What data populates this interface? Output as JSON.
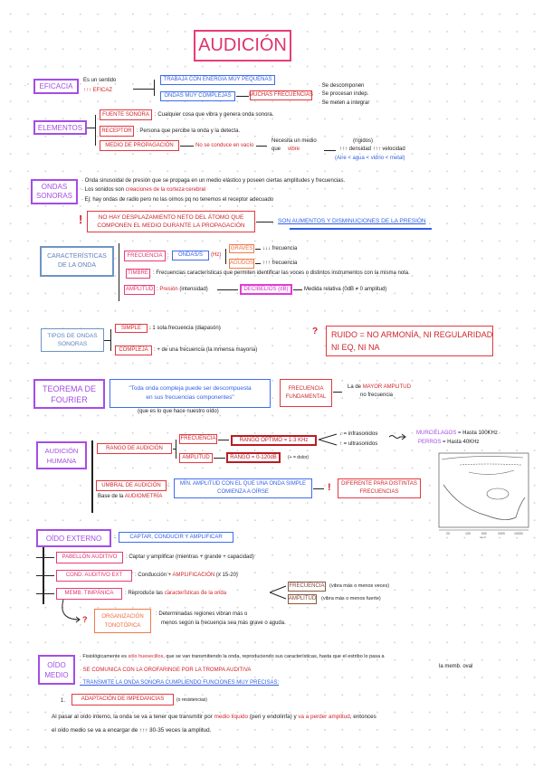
{
  "title": "AUDICIÓN",
  "eficacia": {
    "label": "EFICACIA",
    "t1": "Es un sentido",
    "t2": "↑↑↑ EFICAZ",
    "b1": "TRABAJA CON ENERGÍA MUY PEQUEÑAS",
    "b2": "ONDAS MUY COMPLEJAS",
    "b3": "MUCHAS FRECUENCIAS",
    "l1": "· Se descomponen",
    "l2": "· Se procesan indep.",
    "l3": "· Se meten a integrar"
  },
  "elementos": {
    "label": "ELEMENTOS",
    "fuente": "FUENTE SONORA",
    "fuente_t": ": Cualquier cosa que vibra y genera onda sonora.",
    "receptor": "RECEPTOR",
    "receptor_t": ": Persona que percibe la onda y la detecta.",
    "medio": "MEDIO DE PROPAGACIÓN",
    "vacio": "No se conduce en vacío",
    "necesita1": "Necesita un medio",
    "necesita2": "que",
    "vibre": "vibre",
    "rigidos": "(rígidos)",
    "densidad": "↑↑↑ densidad ↑↑↑ velocidad",
    "orden": "(Aire < agua < vidrio < metal)"
  },
  "ondas": {
    "label1": "ONDAS",
    "label2": "SONORAS",
    "l1": "· Onda sinusoidal de presión que se propaga en un medio elástico y poseen ciertas amplitudes y frecuencias.",
    "l2a": "· Los sonidos son",
    "l2b": "creaciones de la corteza cerebral",
    "l3": "· Ej: hay ondas de radio pero no las oímos pq no tenemos el receptor adecuado",
    "bang": "!",
    "warn1": "NO HAY DESPLAZAMIENTO NETO DEL ÁTOMO QUE",
    "warn2": "COMPONEN EL MEDIO DURANTE LA PROPAGACIÓN",
    "result": "SON AUMENTOS Y DISMINUCIONES DE LA PRESIÓN"
  },
  "caract": {
    "label1": "CARACTERÍSTICAS",
    "label2": "DE LA ONDA",
    "frec": "FRECUENCIA",
    "ondas_s": "ONDAS/S",
    "hz": "(Hz)",
    "graves": "GRAVES",
    "graves_t": "↓↓↓ frecuencia",
    "agudos": "AGUDOS",
    "agudos_t": "↑↑↑ frecuencia",
    "timbre": "TIMBRE",
    "timbre_t": ": Frecuencias características que permiten identificar las voces o distintos instrumentos con la misma nota.",
    "amp": "AMPLITUD",
    "presion": "Presión",
    "intens": "(intensidad)",
    "db": "DECIBELIOS (dB)",
    "medida": "Medida relativa (0dB ≠ 0 amplitud)"
  },
  "tipos": {
    "label1": "TIPOS DE ONDAS",
    "label2": "SONORAS",
    "simple": "SIMPLE",
    "simple_t": ": 1 sola frecuencia (diapasón)",
    "compleja": "COMPLEJA",
    "compleja_t": ": + de una frecuencia (la inmensa mayoría)",
    "bang": "?",
    "ruido1": "RUIDO = NO ARMONÍA, NI REGULARIDAD",
    "ruido2": "NI EQ, NI NA"
  },
  "fourier": {
    "label1": "TEOREMA DE",
    "label2": "FOURIER",
    "q1": "\"Toda onda compleja puede ser descompuesta",
    "q2": "en sus frecuencias componentes\"",
    "note": "(que es lo que hace nuestro oído)",
    "ff1": "FRECUENCIA",
    "ff2": "FUNDAMENTAL",
    "r1": "La de",
    "r1b": "MAYOR AMPLITUD",
    "r2": "no frecuencia"
  },
  "humana": {
    "label1": "AUDICIÓN",
    "label2": "HUMANA",
    "rango": "RANGO DE AUDICIÓN",
    "frec": "FRECUENCIA",
    "optimo": "RANGO ÓPTIMO = 1-3 KHz",
    "infra": "↓ = infrasonidos",
    "ultra": "↑ = ultrasonidos",
    "murc": "MURCIÉLAGOS",
    "murc_t": "= Hasta 100KHz",
    "perros": "PERROS",
    "perros_t": "= Hasta 40KHz",
    "amp": "AMPLITUD",
    "rango_db": "RANGO = 0-120dB",
    "dolor": "(+ = dolor)",
    "umbral": "UMBRAL DE AUDICIÓN",
    "base": "Base de la",
    "audiom": "AUDIOMETRÍA",
    "min1": "MÍN. AMPLITUD CON EL QUE UNA ONDA SIMPLE",
    "min2": "COMIENZA A OÍRSE",
    "bang": "!",
    "dif1": "DIFERENTE PARA DISTINTAS",
    "dif2": "FRECUENCIAS",
    "graph_x": [
      "20",
      "100",
      "500",
      "2000",
      "10000"
    ],
    "graph_xlabel": "Hertz"
  },
  "externo": {
    "label": "OÍDO EXTERNO",
    "func": "CAPTAR, CONDUCIR Y AMPLIFICAR",
    "pab": "PABELLÓN AUDITIVO",
    "pab_t": ": Captar y amplificar (mientras + grande + capacidad)",
    "cond": "COND. AUDITIVO EXT",
    "cond_t": ": Conducción +",
    "ampl": "AMPLIFICACIÓN",
    "ampl_x": "(x 15-20)",
    "memb": "MEMB. TIMPÁNICA",
    "memb_t": ": Reproduce las",
    "caract": "características de la onda",
    "frec": "FRECUENCIA",
    "frec_t": "(vibra más o menos veces)",
    "amp": "AMPLITUD",
    "amp_t": "(vibra más o menos fuerte)",
    "bang": "?",
    "org1": "ORGANIZACIÓN",
    "org2": "TONOTÓPICA",
    "org_t1": ": Determinadas regiones vibran más o",
    "org_t2": "menos según la frecuencia sea más grave o aguda."
  },
  "medio": {
    "label1": "OÍDO",
    "label2": "MEDIO",
    "l1a": "· Fisiológicamente es",
    "l1b": "sólo huesecillos",
    "l1c": ", que se van transmitiendo la onda, reproduciendo sus características, hasta que el estribo lo pasa a",
    "l1d": "la memb. oval",
    "l2": "· SE COMUNICA CON LA OROFARINGE POR LA TROMPA AUDITIVA",
    "l3": "· TRANSMITE LA ONDA SONORA CUMPLIENDO FUNCIONES MUY PRECISAS:",
    "n1": "1.",
    "adapt": "ADAPTACIÓN DE IMPEDANCIAS",
    "adapt_t": "(o resistencias)",
    "p1a": "Al pasar al oído interno, la onda se va a tener que transmitir por",
    "p1b": "medio líquido",
    "p1c": "(peri y endolinfa) y",
    "p1d": "va a perder amplitud",
    "p1e": ", entonces",
    "p2": "el oído medio se va a encargar de ↑↑↑ 30-35 veces la amplitud."
  }
}
